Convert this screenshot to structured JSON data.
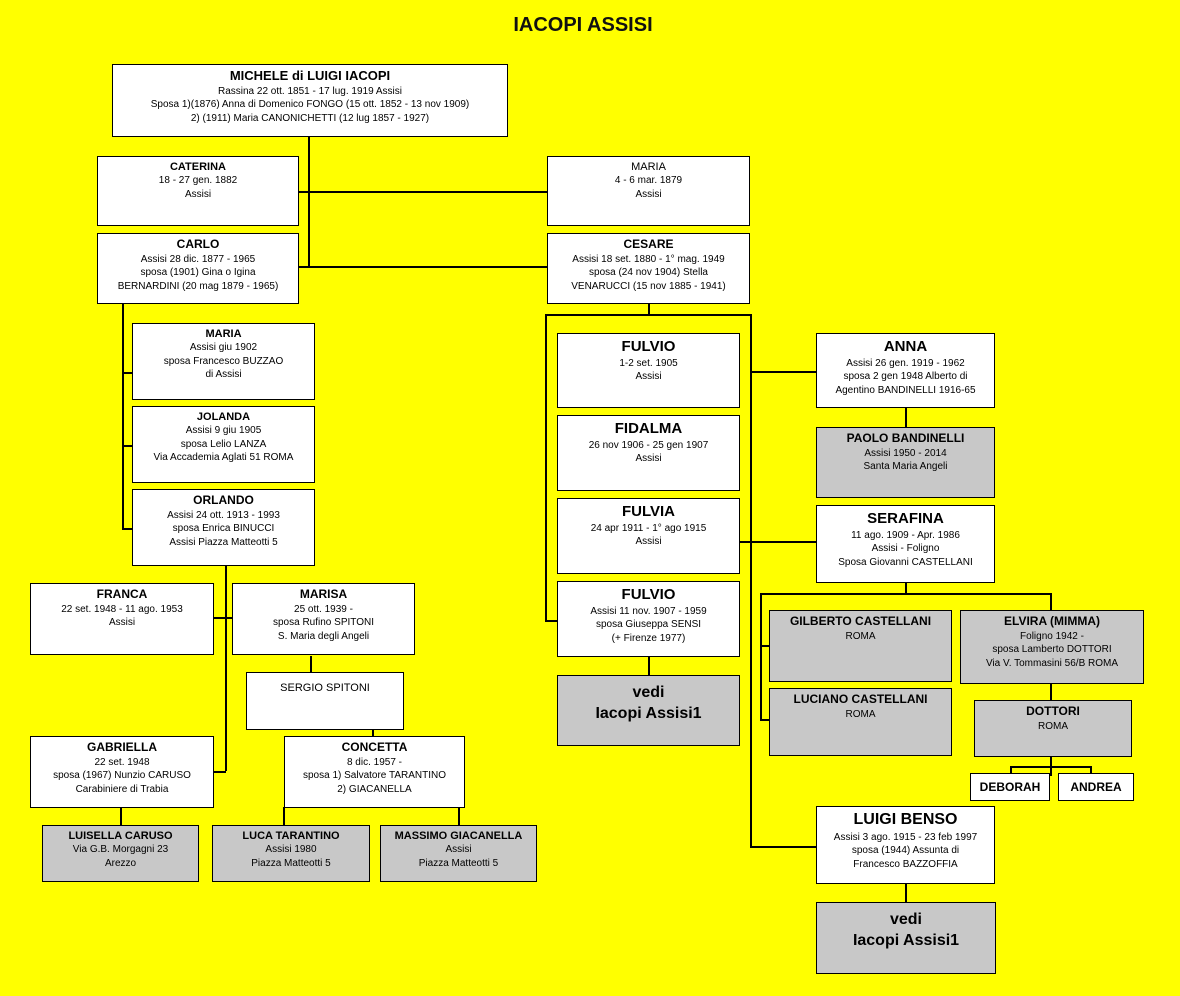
{
  "title": "IACOPI ASSISI",
  "michele": {
    "name": "MICHELE di LUIGI IACOPI",
    "lines": [
      "Rassina 22 ott. 1851 - 17 lug. 1919 Assisi",
      "Sposa 1)(1876) Anna di Domenico FONGO (15 ott. 1852 - 13 nov 1909)",
      "2) (1911) Maria CANONICHETTI (12 lug 1857 - 1927)"
    ]
  },
  "caterina": {
    "name": "CATERINA",
    "lines": [
      "18 - 27 gen. 1882",
      "Assisi"
    ]
  },
  "maria_1879": {
    "name": "MARIA",
    "lines": [
      "4 - 6 mar. 1879",
      "Assisi"
    ]
  },
  "carlo": {
    "name": "CARLO",
    "lines": [
      "Assisi 28 dic. 1877 - 1965",
      "sposa (1901) Gina o Igina",
      "BERNARDINI (20 mag 1879 - 1965)"
    ]
  },
  "cesare": {
    "name": "CESARE",
    "lines": [
      "Assisi 18 set. 1880 - 1° mag. 1949",
      "sposa (24 nov 1904) Stella",
      "VENARUCCI (15 nov 1885 - 1941)"
    ]
  },
  "maria_1902": {
    "name": "MARIA",
    "lines": [
      "Assisi giu 1902",
      "sposa Francesco BUZZAO",
      "di Assisi"
    ]
  },
  "jolanda": {
    "name": "JOLANDA",
    "lines": [
      "Assisi 9 giu 1905",
      "sposa Lelio LANZA",
      "Via Accademia Aglati 51 ROMA"
    ]
  },
  "orlando": {
    "name": "ORLANDO",
    "lines": [
      "Assisi 24 ott. 1913 - 1993",
      "sposa Enrica BINUCCI",
      "Assisi Piazza Matteotti 5"
    ]
  },
  "franca": {
    "name": "FRANCA",
    "lines": [
      "22 set. 1948 - 11 ago. 1953",
      "Assisi"
    ]
  },
  "marisa": {
    "name": "MARISA",
    "lines": [
      "25 ott. 1939 -",
      "sposa Rufino SPITONI",
      "S. Maria degli Angeli"
    ]
  },
  "sergio": {
    "name": "SERGIO SPITONI"
  },
  "gabriella": {
    "name": "GABRIELLA",
    "lines": [
      "22 set. 1948",
      "sposa (1967) Nunzio CARUSO",
      "Carabiniere di Trabia"
    ]
  },
  "concetta": {
    "name": "CONCETTA",
    "lines": [
      "8 dic. 1957 -",
      "sposa 1) Salvatore TARANTINO",
      "2) GIACANELLA"
    ]
  },
  "luisella": {
    "name": "LUISELLA CARUSO",
    "lines": [
      "Via G.B. Morgagni 23",
      "Arezzo"
    ]
  },
  "luca": {
    "name": "LUCA TARANTINO",
    "lines": [
      "Assisi 1980",
      "Piazza Matteotti 5"
    ]
  },
  "massimo": {
    "name": "MASSIMO GIACANELLA",
    "lines": [
      "Assisi",
      "Piazza Matteotti 5"
    ]
  },
  "fulvio_1905": {
    "name": "FULVIO",
    "lines": [
      "1-2 set. 1905",
      "Assisi"
    ]
  },
  "fidalma": {
    "name": "FIDALMA",
    "lines": [
      "26 nov 1906 - 25 gen 1907",
      "Assisi"
    ]
  },
  "fulvia": {
    "name": "FULVIA",
    "lines": [
      "24 apr 1911 - 1° ago 1915",
      "Assisi"
    ]
  },
  "fulvio_1907": {
    "name": "FULVIO",
    "lines": [
      "Assisi 11 nov. 1907 - 1959",
      "sposa Giuseppa SENSI",
      "(+ Firenze 1977)"
    ]
  },
  "vedi_1": {
    "lines": [
      "vedi",
      "Iacopi Assisi1"
    ]
  },
  "anna": {
    "name": "ANNA",
    "lines": [
      "Assisi 26 gen. 1919 - 1962",
      "sposa 2 gen 1948 Alberto di",
      "Agentino BANDINELLI 1916-65"
    ]
  },
  "paolo": {
    "name": "PAOLO BANDINELLI",
    "lines": [
      "Assisi 1950 - 2014",
      "Santa Maria Angeli"
    ]
  },
  "serafina": {
    "name": "SERAFINA",
    "lines": [
      "11 ago. 1909 - Apr. 1986",
      "Assisi - Foligno",
      "Sposa Giovanni CASTELLANI"
    ]
  },
  "gilberto": {
    "name": "GILBERTO CASTELLANI",
    "lines": [
      "ROMA"
    ]
  },
  "luciano": {
    "name": "LUCIANO CASTELLANI",
    "lines": [
      "ROMA"
    ]
  },
  "elvira": {
    "name": "ELVIRA (MIMMA)",
    "lines": [
      "Foligno 1942 -",
      "sposa Lamberto DOTTORI",
      "Via V. Tommasini 56/B ROMA"
    ]
  },
  "dottori": {
    "name": "DOTTORI",
    "lines": [
      "ROMA"
    ]
  },
  "deborah": {
    "name": "DEBORAH"
  },
  "andrea": {
    "name": "ANDREA"
  },
  "luigi": {
    "name": "LUIGI BENSO",
    "lines": [
      "Assisi 3 ago. 1915 - 23 feb 1997",
      "sposa (1944) Assunta di",
      "Francesco BAZZOFFIA"
    ]
  },
  "vedi_2": {
    "lines": [
      "vedi",
      "Iacopi Assisi1"
    ]
  }
}
